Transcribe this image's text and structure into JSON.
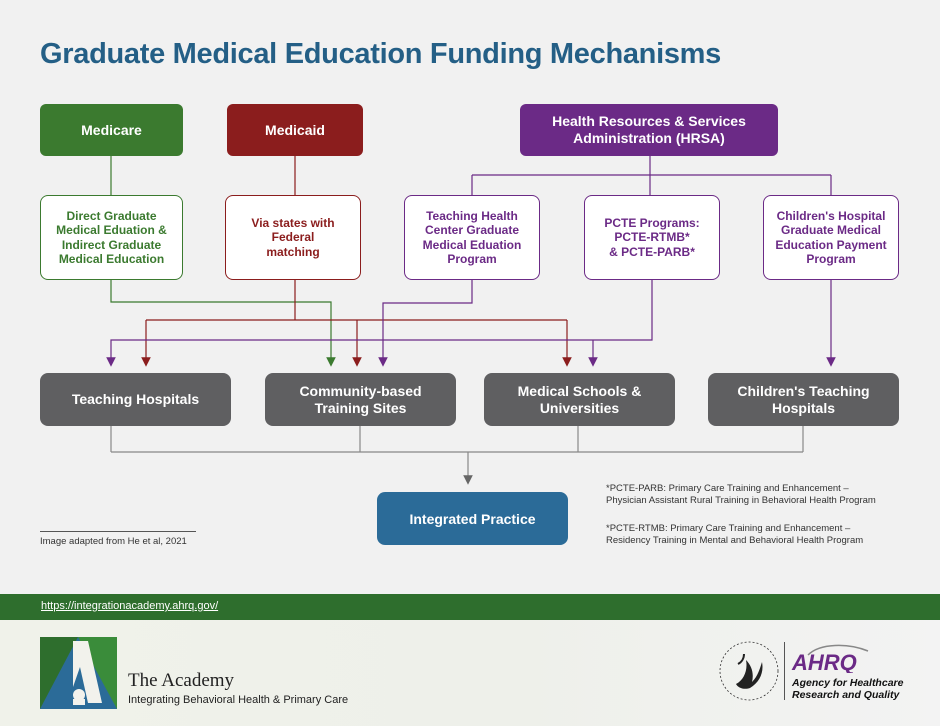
{
  "title": "Graduate Medical Education Funding Mechanisms",
  "sources": {
    "medicare": "Medicare",
    "medicaid": "Medicaid",
    "hrsa": "Health Resources & Services Administration (HRSA)"
  },
  "programs": {
    "dgme": "Direct Graduate Medical Eduation & Indirect Graduate Medical Education",
    "states": "Via states with Federal matching",
    "thcgme": "Teaching Health Center Graduate Medical Eduation Program",
    "pcte_line1": "PCTE Programs:",
    "pcte_line2": "PCTE-RTMB*",
    "pcte_line3": "& PCTE-PARB*",
    "chgme": "Children's Hospital Graduate Medical Education Payment Program"
  },
  "destinations": {
    "teaching_hospitals": "Teaching Hospitals",
    "community_sites": "Community-based Training Sites",
    "med_schools": "Medical Schools & Universities",
    "childrens_hospitals": "Children's Teaching Hospitals"
  },
  "outcome": "Integrated Practice",
  "notes": {
    "parb": "*PCTE-PARB: Primary Care Training and Enhancement – Physician Assistant Rural Training in Behavioral Health Program",
    "rtmb": "*PCTE-RTMB: Primary Care Training and Enhancement – Residency Training in Mental and Behavioral Health Program"
  },
  "credit": "Image adapted from He et al, 2021",
  "footer": {
    "url": "https://integrationacademy.ahrq.gov/",
    "academy_name": "The Academy",
    "academy_tagline": "Integrating Behavioral Health & Primary Care",
    "ahrq_logo_text": "AHRQ",
    "ahrq_name": "Agency for Healthcare Research and Quality",
    "hhs_seal_text": "DEPARTMENT OF HEALTH & HUMAN SERVICES USA"
  },
  "colors": {
    "medicare": "#3b7a2f",
    "medicaid": "#8b1d1d",
    "hrsa": "#6b2a86",
    "destination": "#5f5f61",
    "integrated": "#2b6b98",
    "title": "#245f86",
    "footer_bar": "#2e6e2d"
  }
}
